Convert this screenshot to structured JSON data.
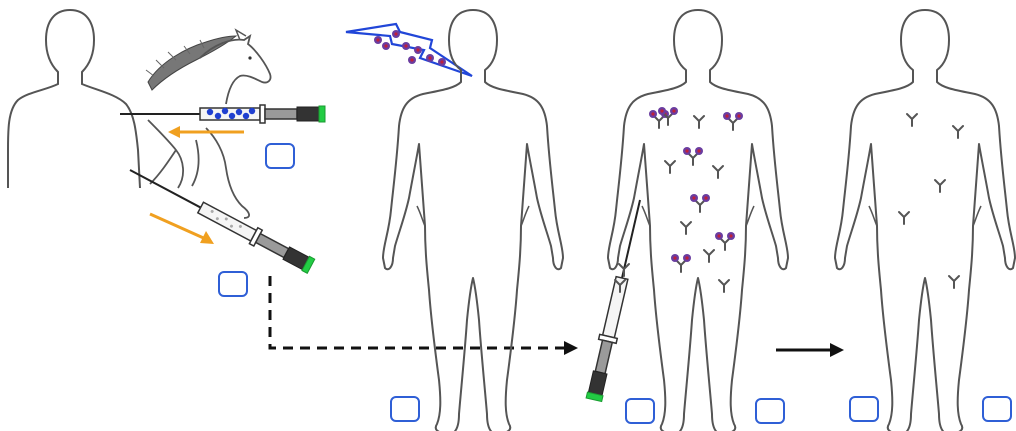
{
  "diagram": {
    "figures": [
      "donor-person",
      "horse",
      "recipient-body-1",
      "recipient-body-2",
      "recipient-body-3"
    ],
    "answer_box_count": 7,
    "colors": {
      "outline": "#555555",
      "checkbox_border": "#2f5fd6",
      "orange_arrow": "#f0a020",
      "lightning_bolt": "#2146d8",
      "antigen_purple": "#6a3da0",
      "antigen_red": "#c0203a",
      "antibody": "#555555",
      "syringe_plunger_tip": "#22cc44",
      "syringe_barrel_dark": "#333333",
      "serum_blue": "#1f3fd0"
    }
  }
}
